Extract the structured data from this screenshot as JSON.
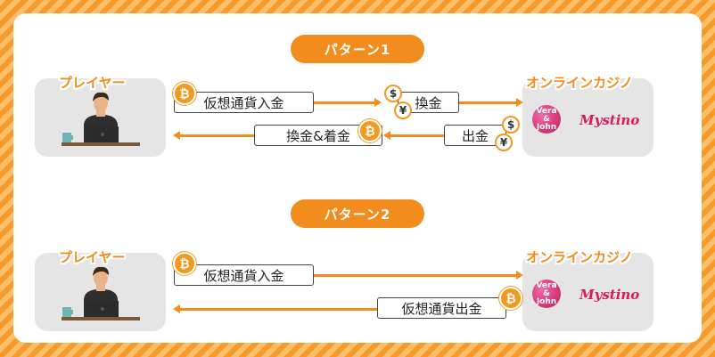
{
  "pattern1": {
    "title": "パターン1",
    "player_label": "プレイヤー",
    "casino_label": "オンラインカジノ",
    "deposit_label": "仮想通貨入金",
    "exchange_label": "換金",
    "withdraw_label": "出金",
    "return_label": "換金&着金",
    "logo_vera": "Vera",
    "logo_amp": "&",
    "logo_john": "John",
    "logo_mystino": "Mystino"
  },
  "pattern2": {
    "title": "パターン2",
    "player_label": "プレイヤー",
    "casino_label": "オンラインカジノ",
    "deposit_label": "仮想通貨入金",
    "withdraw_label": "仮想通貨出金",
    "logo_vera": "Vera",
    "logo_amp": "&",
    "logo_john": "John",
    "logo_mystino": "Mystino"
  },
  "symbols": {
    "bitcoin": "₿",
    "dollar": "$",
    "yen": "¥"
  },
  "colors": {
    "accent": "#f28c1c",
    "box_bg": "#e5e5e5",
    "logo_pink": "#d81b60"
  }
}
